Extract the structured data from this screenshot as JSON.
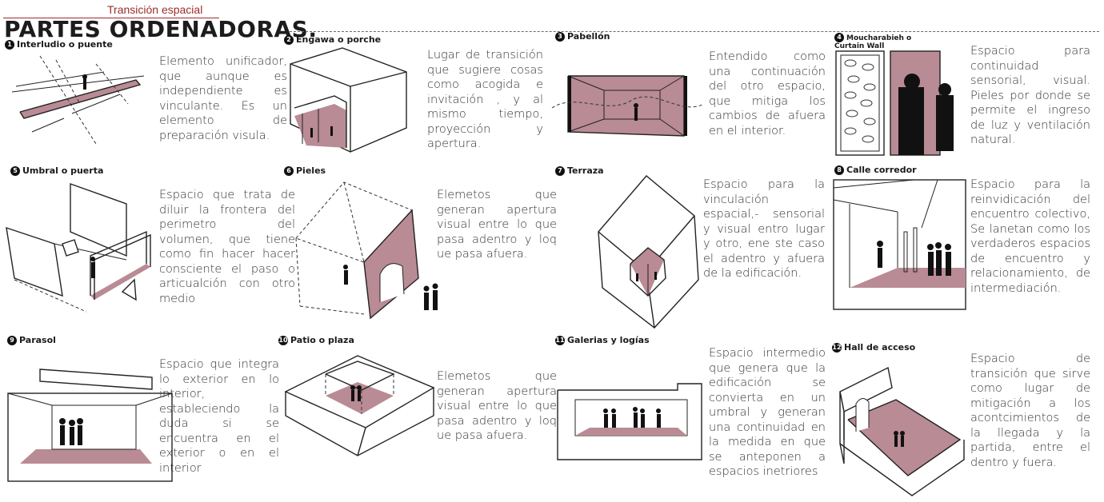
{
  "header": {
    "kicker": "Transición espacial",
    "title": "PARTES ORDENADORAS."
  },
  "colors": {
    "accent": "#9b2c2c",
    "fill": "#b98b94"
  },
  "items": [
    {
      "num": "1",
      "label": "Interludio o puente",
      "desc": "Elemento unificador, que aunque es independiente es vinculante. Es un elemento de preparación visula."
    },
    {
      "num": "2",
      "label": "Engawa o porche",
      "desc": "Lugar de transición que sugiere cosas como acogida e invitación , y al mismo tiempo, proyección y apertura."
    },
    {
      "num": "3",
      "label": "Pabellón",
      "desc": "Entendido como una continuación del otro espacio, que mitiga los cambios de afuera en el interior."
    },
    {
      "num": "4",
      "label": "Moucharabieh o Curtain Wall",
      "desc": "Espacio para continuidad sensorial, visual. Pieles por donde se permite el ingreso de luz y ventilación natural."
    },
    {
      "num": "5",
      "label": "Umbral o puerta",
      "desc": "Espacio que trata de diluir la frontera del perimetro del volumen, que tiene como fin hacer hacer consciente el paso o articualción con otro medio"
    },
    {
      "num": "6",
      "label": "Pieles",
      "desc": "Elemetos que generan apertura visual entre lo que pasa adentro y loq ue pasa afuera."
    },
    {
      "num": "7",
      "label": "Terraza",
      "desc": "Espacio para la vinculación espacial,- sensorial y visual entro lugar y otro, ene ste caso el adentro y afuera de la edificación."
    },
    {
      "num": "8",
      "label": "Calle corredor",
      "desc": "Espacio para la reinvidicación del encuentro colectivo, Se lanetan como los verdaderos espacios de encuentro y relacionamiento, de intermediación."
    },
    {
      "num": "9",
      "label": "Parasol",
      "desc": "Espacio que integra lo exterior en lo interior, estableciendo la duda si se encuentra en el exterior o en el interior"
    },
    {
      "num": "10",
      "label": "Patio o plaza",
      "desc": "Elemetos que generan apertura visual entre lo que pasa adentro y loq ue pasa afuera."
    },
    {
      "num": "11",
      "label": "Galerias y logías",
      "desc": "Espacio intermedio que genera que la edificación se convierta en un umbral y generan una continuidad en la medida en que se anteponen a espacios inetriores"
    },
    {
      "num": "12",
      "label": "Hall de acceso",
      "desc": "Espacio de transición que sirve como lugar de mitigación a los acontcimientos de la llegada y la partida, entre el dentro y fuera."
    }
  ]
}
